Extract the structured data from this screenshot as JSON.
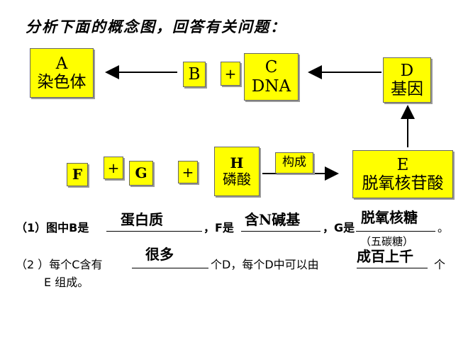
{
  "title": "分析下面的概念图，回答有关问题：",
  "boxes": {
    "A": {
      "letter": "A",
      "label": "染色体"
    },
    "B": {
      "letter": "B"
    },
    "plus1": {
      "text": "+"
    },
    "C": {
      "letter": "C",
      "label": "DNA"
    },
    "D": {
      "letter": "D",
      "label": "基因"
    },
    "F": {
      "letter": "F"
    },
    "plus2": {
      "text": "+"
    },
    "G": {
      "letter": "G"
    },
    "plus3": {
      "text": "+"
    },
    "H": {
      "letter": "H",
      "label": "磷酸"
    },
    "E": {
      "letter": "E",
      "label": "脱氧核苷酸"
    }
  },
  "relation_label": "构成",
  "questions": {
    "q1": {
      "prefix": "（1）图中B是",
      "f_text": "，F是",
      "g_text": "，G是",
      "end": "。",
      "answer_b": "蛋白质",
      "answer_f": "含N碱基",
      "answer_g": "脱氧核糖",
      "answer_g_note": "（五碳糖）"
    },
    "q2": {
      "prefix": "（2 ）每个C含有",
      "middle": "个D，每个D中可以由",
      "end": "个",
      "line2": "E 组成。",
      "answer_1": "很多",
      "answer_2": "成百上千"
    }
  },
  "colors": {
    "box_fill": "#ffff00",
    "box_border": "#666666"
  }
}
